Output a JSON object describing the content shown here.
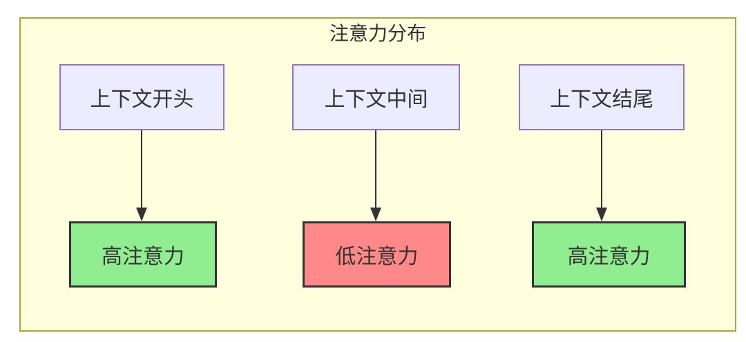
{
  "diagram": {
    "type": "flowchart",
    "title": "注意力分布",
    "columns": [
      {
        "source": "上下文开头",
        "target": "高注意力",
        "target_type": "high"
      },
      {
        "source": "上下文中间",
        "target": "低注意力",
        "target_type": "low"
      },
      {
        "source": "上下文结尾",
        "target": "高注意力",
        "target_type": "high"
      }
    ],
    "colors": {
      "cluster_fill": "#ffffde",
      "cluster_border": "#aaaa33",
      "source_node_fill": "#ececff",
      "source_node_border": "#9370db",
      "high_attention_fill": "#90ee90",
      "low_attention_fill": "#ff8888",
      "state_node_border": "#333333",
      "text": "#333333",
      "arrow": "#333333"
    }
  }
}
